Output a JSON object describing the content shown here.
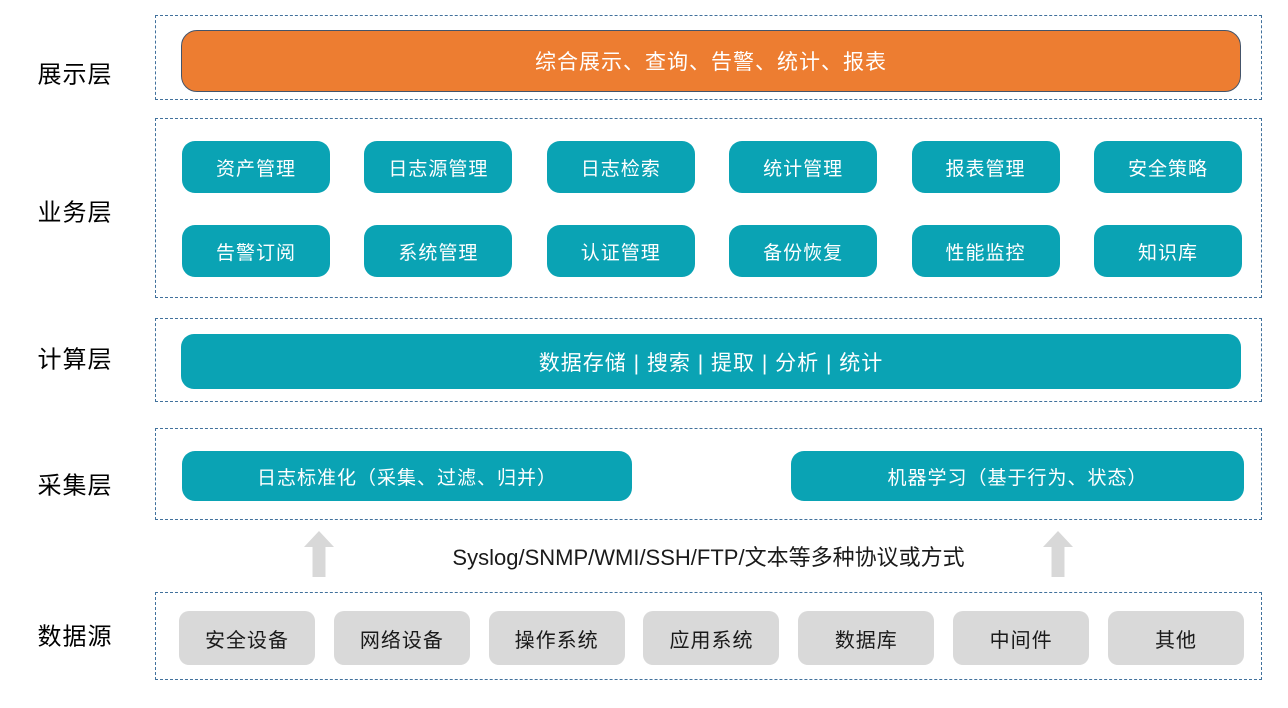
{
  "colors": {
    "teal": "#0AA3B4",
    "orange": "#ED7D31",
    "orange_border": "#44546A",
    "dashed_border": "#41719C",
    "gray_box": "#D9D9D9",
    "arrow_gray": "#D8D8D8"
  },
  "layers": {
    "presentation": {
      "label": "展示层",
      "box": "综合展示、查询、告警、统计、报表"
    },
    "business": {
      "label": "业务层",
      "row1": [
        "资产管理",
        "日志源管理",
        "日志检索",
        "统计管理",
        "报表管理",
        "安全策略"
      ],
      "row2": [
        "告警订阅",
        "系统管理",
        "认证管理",
        "备份恢复",
        "性能监控",
        "知识库"
      ]
    },
    "computing": {
      "label": "计算层",
      "box": "数据存储 | 搜索 | 提取 | 分析 | 统计"
    },
    "collection": {
      "label": "采集层",
      "boxes": [
        "日志标准化（采集、过滤、归并）",
        "机器学习（基于行为、状态）"
      ]
    },
    "protocol_note": "Syslog/SNMP/WMI/SSH/FTP/文本等多种协议或方式",
    "datasource": {
      "label": "数据源",
      "boxes": [
        "安全设备",
        "网络设备",
        "操作系统",
        "应用系统",
        "数据库",
        "中间件",
        "其他"
      ]
    }
  }
}
